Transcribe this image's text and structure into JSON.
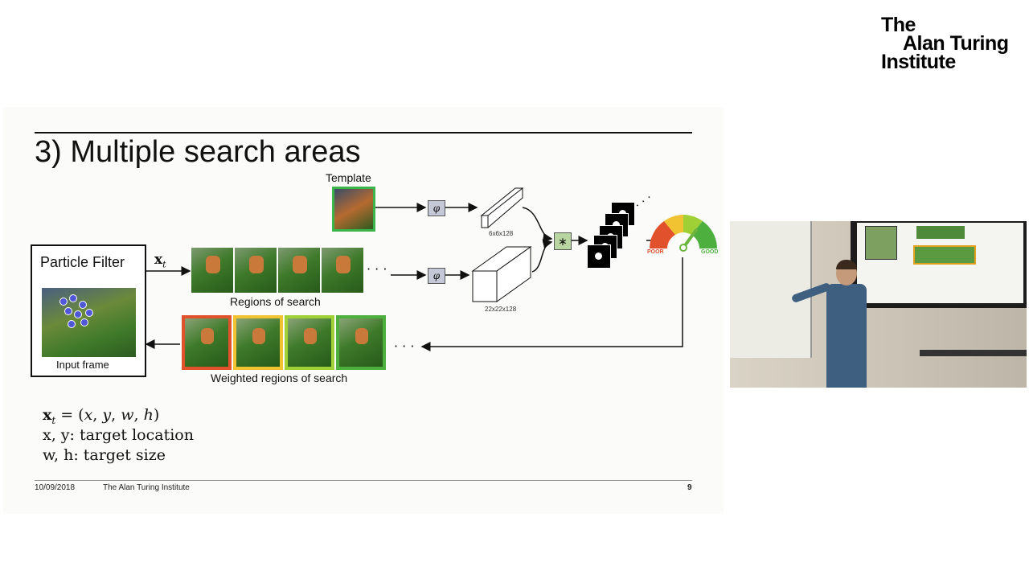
{
  "logo": {
    "line1": "The",
    "line2": "Alan Turing",
    "line3": "Institute"
  },
  "slide": {
    "title": "3) Multiple search areas",
    "template_label": "Template",
    "particle_filter_label": "Particle Filter",
    "state_var": "x_t",
    "input_frame_label": "Input frame",
    "regions_label": "Regions of search",
    "weighted_label": "Weighted regions of search",
    "feature_small_dims": "6x6x128",
    "feature_large_dims": "22x22x128",
    "gauge_poor": "POOR",
    "gauge_good": "GOOD",
    "formula_state": "x_t = (x, y, w, h)",
    "formula_location": "x, y:  target location",
    "formula_size": "w, h:  target size",
    "footer_date": "10/09/2018",
    "footer_org": "The Alan Turing Institute",
    "page_number": "9"
  },
  "colors": {
    "weighted_borders": [
      "#e1512b",
      "#f1c232",
      "#9fd036",
      "#4caf3e"
    ],
    "template_border": "#3bb54a",
    "gauge": [
      "#e1512b",
      "#f1c232",
      "#9fd036",
      "#4caf3e"
    ]
  },
  "video": {
    "description_icon": "presenter-video-icon"
  }
}
